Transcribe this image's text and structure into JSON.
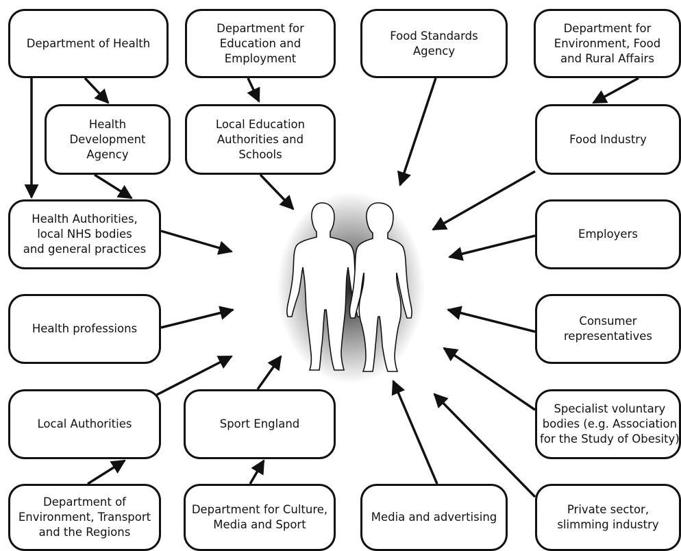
{
  "diagram": {
    "center": {
      "label": ""
    },
    "nodes": [
      {
        "id": "dept-health",
        "label": "Department of Health"
      },
      {
        "id": "dept-education",
        "label": "Department for\nEducation and\nEmployment"
      },
      {
        "id": "food-standards",
        "label": "Food Standards\nAgency"
      },
      {
        "id": "defra",
        "label": "Department for\nEnvironment, Food\nand Rural Affairs"
      },
      {
        "id": "hda",
        "label": "Health\nDevelopment\nAgency"
      },
      {
        "id": "lea",
        "label": "Local Education\nAuthorities and\nSchools"
      },
      {
        "id": "food-industry",
        "label": "Food Industry"
      },
      {
        "id": "health-authorities",
        "label": "Health Authorities,\nlocal NHS bodies\nand general practices"
      },
      {
        "id": "employers",
        "label": "Employers"
      },
      {
        "id": "health-professions",
        "label": "Health professions"
      },
      {
        "id": "consumer-reps",
        "label": "Consumer\nrepresentatives"
      },
      {
        "id": "local-authorities",
        "label": "Local Authorities"
      },
      {
        "id": "sport-england",
        "label": "Sport England"
      },
      {
        "id": "specialist-voluntary",
        "label": "Specialist voluntary\nbodies (e.g. Association\nfor the Study of Obesity)"
      },
      {
        "id": "detr",
        "label": "Department of\nEnvironment, Transport\nand the Regions"
      },
      {
        "id": "dcms",
        "label": "Department for Culture,\nMedia and Sport"
      },
      {
        "id": "media",
        "label": "Media and advertising"
      },
      {
        "id": "private-sector",
        "label": "Private sector,\nslimming industry"
      }
    ],
    "colors": {
      "stroke": "#111111",
      "figure_fill": "#ffffff",
      "glow": "#000000"
    }
  }
}
